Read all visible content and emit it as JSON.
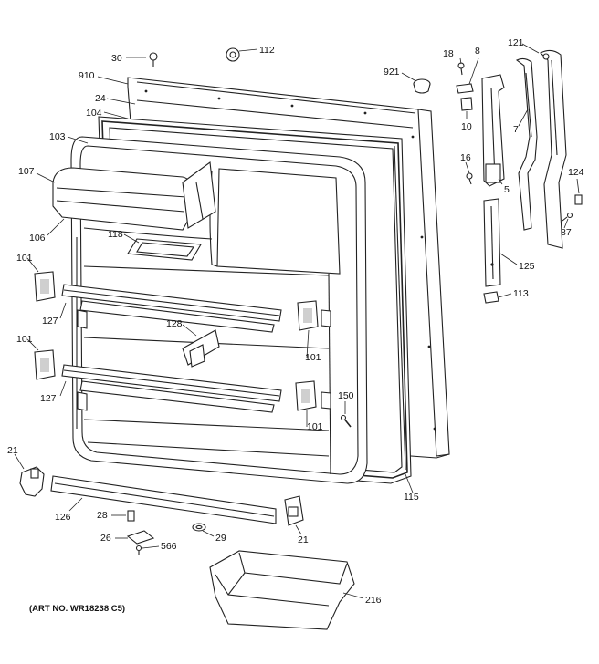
{
  "callouts": {
    "c30": "30",
    "c112": "112",
    "c910": "910",
    "c921": "921",
    "c24": "24",
    "c104": "104",
    "c103": "103",
    "c107": "107",
    "c106": "106",
    "c118": "118",
    "c101a": "101",
    "c101b": "101",
    "c101c": "101",
    "c101d": "101",
    "c127a": "127",
    "c127b": "127",
    "c128": "128",
    "c18": "18",
    "c8": "8",
    "c10": "10",
    "c121": "121",
    "c7": "7",
    "c16": "16",
    "c5": "5",
    "c124": "124",
    "c87": "87",
    "c125": "125",
    "c113": "113",
    "c150": "150",
    "c115": "115",
    "c21a": "21",
    "c21b": "21",
    "c126": "126",
    "c28": "28",
    "c26": "26",
    "c566": "566",
    "c29": "29",
    "c216": "216"
  },
  "art_number": "(ART NO. WR18238 C5)"
}
